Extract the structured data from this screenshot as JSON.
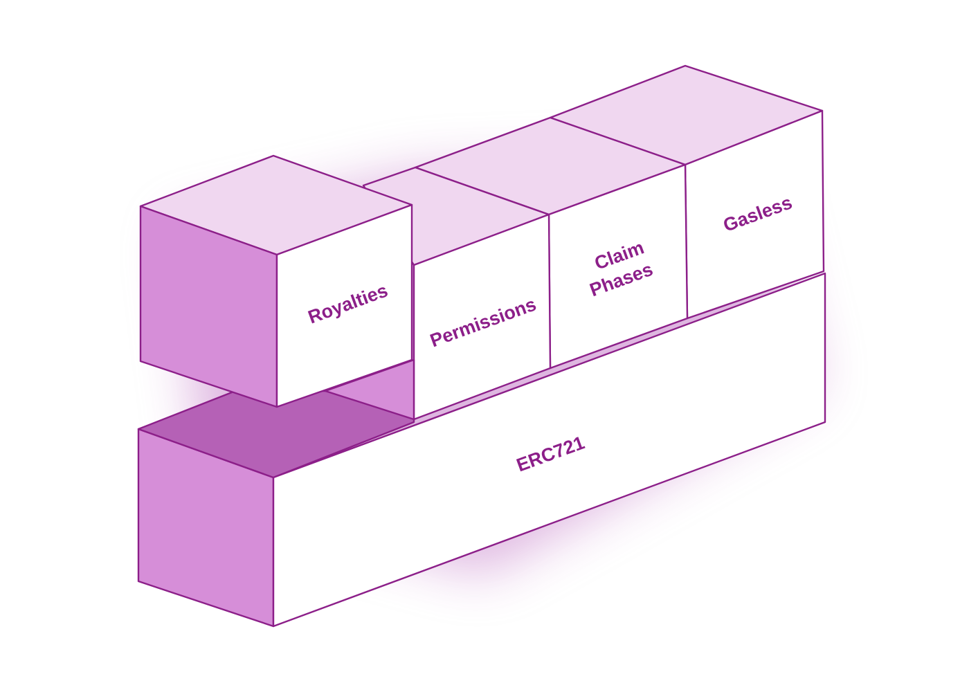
{
  "colors": {
    "outline": "#8c1f89",
    "front_face": "#ffffff",
    "top_face": "#f0d7f0",
    "side_face": "#d68ed8",
    "shadow_face": "#b561b6",
    "label": "#8c1f89",
    "glow": "#c47cc8"
  },
  "blocks": {
    "base": {
      "label": "ERC721"
    },
    "royalties": {
      "label": "Royalties"
    },
    "permissions": {
      "label": "Permissions"
    },
    "claim_phases": {
      "label_line1": "Claim",
      "label_line2": "Phases"
    },
    "gasless": {
      "label": "Gasless"
    }
  }
}
